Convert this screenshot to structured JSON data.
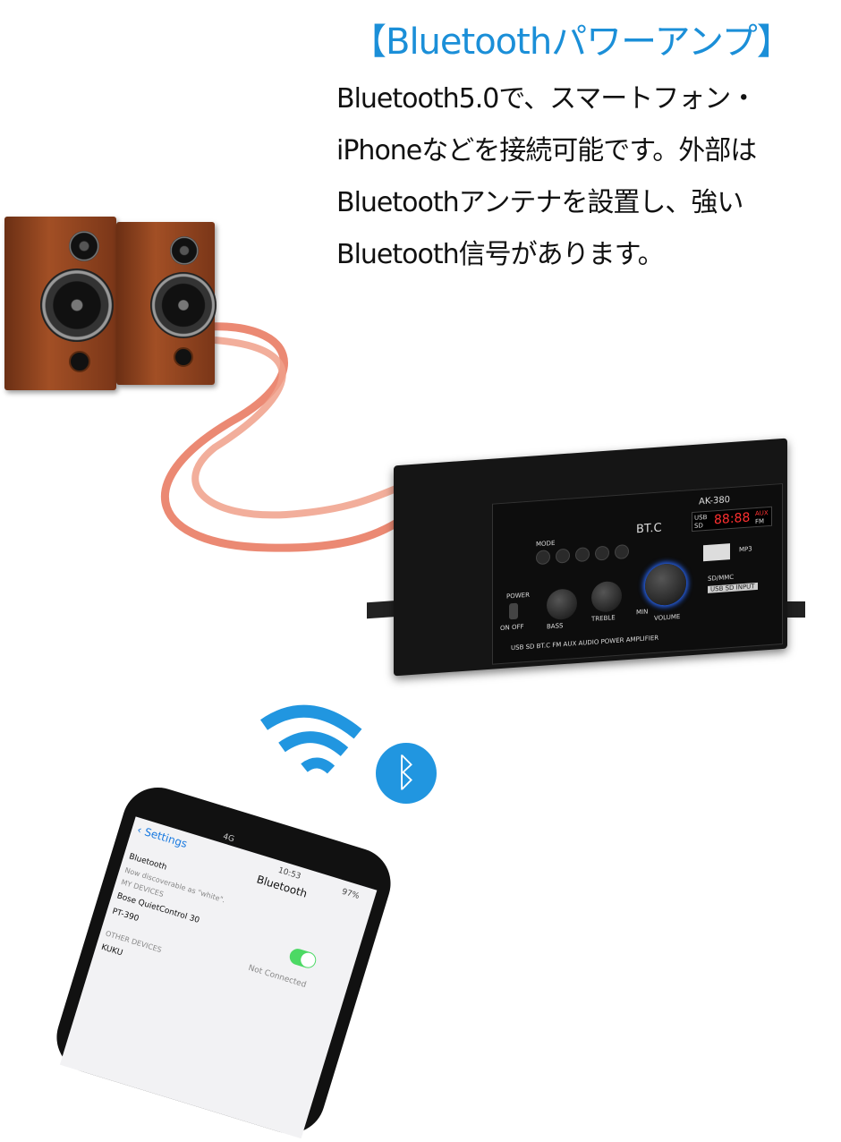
{
  "title": "【Bluetoothパワーアンプ】",
  "description": [
    "Bluetooth5.0で、スマートフォン・",
    "iPhoneなどを接続可能です。外部は",
    "Bluetoothアンテナを設置し、強い",
    "Bluetooth信号があります。"
  ],
  "colors": {
    "title": "#1b8fd8",
    "bluetooth_badge": "#2196e0",
    "cable": "#e05a3a"
  },
  "amplifier": {
    "model": "AK-380",
    "brand": "BT.C",
    "mode": "MODE",
    "power": "POWER",
    "on_off": "ON  OFF",
    "bass": "BASS",
    "treble": "TREBLE",
    "volume": "VOLUME",
    "min": "MIN",
    "display": "88:88",
    "aux": "AUX",
    "fm": "FM",
    "usb": "USB",
    "sd": "SD",
    "mp3": "MP3",
    "sdmmc": "SD/MMC",
    "usb_input": "USB SD INPUT",
    "front_caption": "USB SD BT.C FM AUX AUDIO POWER AMPLIFIER"
  },
  "icons": {
    "bluetooth": "bluetooth-icon",
    "wifi": "wifi-signal-icon"
  },
  "phone": {
    "back": "‹ Settings",
    "network": "4G",
    "time": "10:53",
    "header": "Bluetooth",
    "toggle_label": "Bluetooth",
    "toggle_on": true,
    "discoverable": "Now discoverable as \"white\".",
    "my_devices": "MY DEVICES",
    "devices": [
      {
        "name": "Bose QuietControl 30"
      },
      {
        "name": "PT-390",
        "status": "Not Connected"
      }
    ],
    "other_devices": "OTHER DEVICES",
    "other_first": "KUKU",
    "battery": "97%"
  }
}
